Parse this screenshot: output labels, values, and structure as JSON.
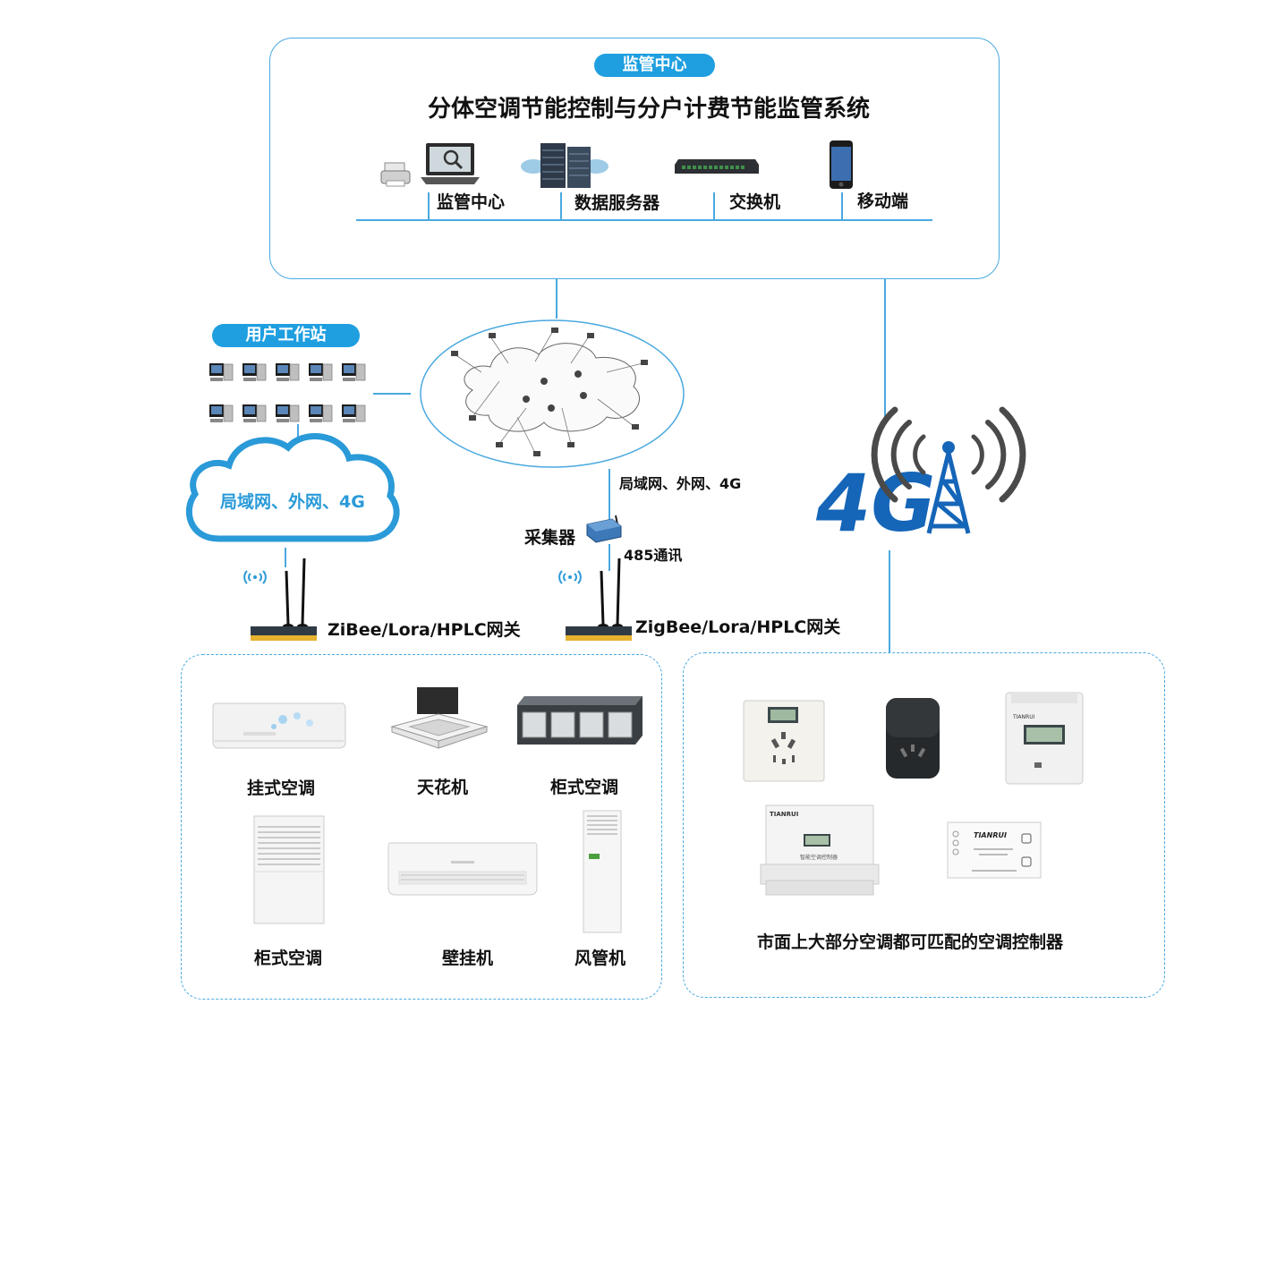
{
  "top_panel": {
    "badge": "监管中心",
    "title": "分体空调节能控制与分户计费节能监管系统",
    "devices": [
      {
        "label": "监管中心",
        "icon": "laptop-printer-icon"
      },
      {
        "label": "数据服务器",
        "icon": "server-cloud-icon"
      },
      {
        "label": "交换机",
        "icon": "network-switch-icon"
      },
      {
        "label": "移动端",
        "icon": "smartphone-icon"
      }
    ]
  },
  "workstation": {
    "badge": "用户工作站",
    "cloud_label": "局域网、外网、4G"
  },
  "network": {
    "link_label": "局域网、外网、4G",
    "collector_label": "采集器",
    "comm_label": "485通讯"
  },
  "gateways": {
    "left": "ZiBee/Lora/HPLC网关",
    "right": "ZigBee/Lora/HPLC网关"
  },
  "ac_units": [
    {
      "label": "挂式空调"
    },
    {
      "label": "天花机"
    },
    {
      "label": "柜式空调"
    },
    {
      "label": "柜式空调"
    },
    {
      "label": "壁挂机"
    },
    {
      "label": "风管机"
    }
  ],
  "controllers": {
    "caption": "市面上大部分空调都可匹配的空调控制器",
    "brand": "TIANRUI",
    "product_name": "智能空调控制器"
  },
  "colors": {
    "accent": "#1f9fe0",
    "border": "#4aa9df",
    "logo_blue": "#1565b8"
  }
}
